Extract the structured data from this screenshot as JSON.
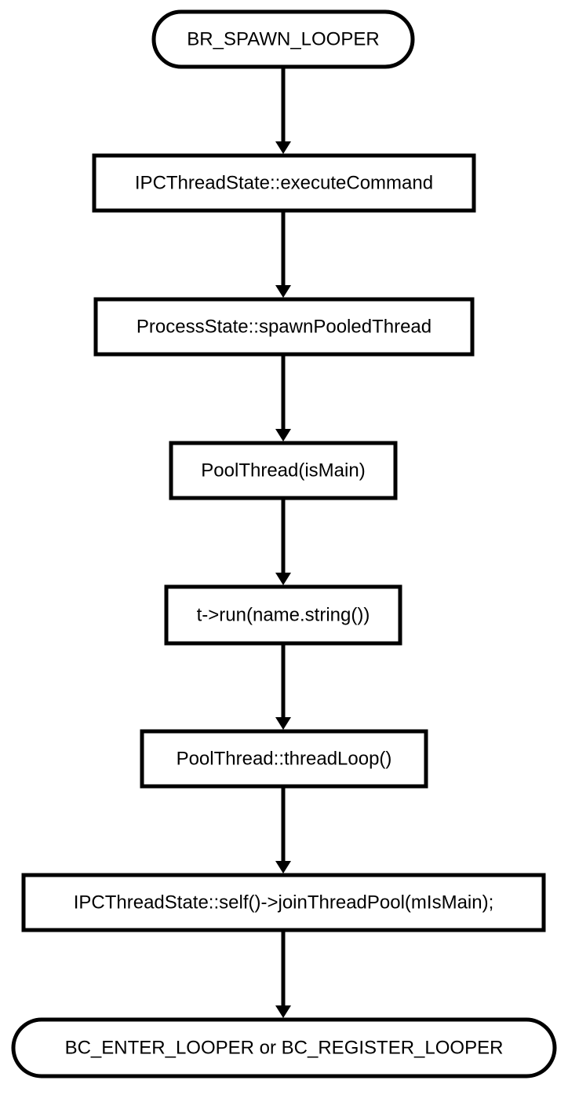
{
  "diagram": {
    "nodes": [
      {
        "id": "br-spawn-looper",
        "label": "BR_SPAWN_LOOPER",
        "shape": "terminal"
      },
      {
        "id": "execute-command",
        "label": "IPCThreadState::executeCommand",
        "shape": "process"
      },
      {
        "id": "spawn-pooled-thread",
        "label": "ProcessState::spawnPooledThread",
        "shape": "process"
      },
      {
        "id": "pool-thread-ctor",
        "label": "PoolThread(isMain)",
        "shape": "process"
      },
      {
        "id": "t-run",
        "label": "t->run(name.string())",
        "shape": "process"
      },
      {
        "id": "thread-loop",
        "label": "PoolThread::threadLoop()",
        "shape": "process"
      },
      {
        "id": "join-thread-pool",
        "label": "IPCThreadState::self()->joinThreadPool(mIsMain);",
        "shape": "process"
      },
      {
        "id": "enter-or-register-looper",
        "label": "BC_ENTER_LOOPER or BC_REGISTER_LOOPER",
        "shape": "terminal"
      }
    ],
    "edges": [
      {
        "from": "br-spawn-looper",
        "to": "execute-command"
      },
      {
        "from": "execute-command",
        "to": "spawn-pooled-thread"
      },
      {
        "from": "spawn-pooled-thread",
        "to": "pool-thread-ctor"
      },
      {
        "from": "pool-thread-ctor",
        "to": "t-run"
      },
      {
        "from": "t-run",
        "to": "thread-loop"
      },
      {
        "from": "thread-loop",
        "to": "join-thread-pool"
      },
      {
        "from": "join-thread-pool",
        "to": "enter-or-register-looper"
      }
    ]
  }
}
